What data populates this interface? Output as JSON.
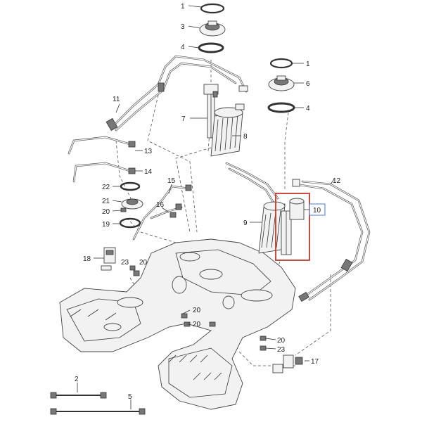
{
  "diagram": {
    "callouts": [
      {
        "id": "c1a",
        "text": "1"
      },
      {
        "id": "c3",
        "text": "3"
      },
      {
        "id": "c4a",
        "text": "4"
      },
      {
        "id": "c1b",
        "text": "1"
      },
      {
        "id": "c6",
        "text": "6"
      },
      {
        "id": "c4b",
        "text": "4"
      },
      {
        "id": "c11",
        "text": "11"
      },
      {
        "id": "c7",
        "text": "7"
      },
      {
        "id": "c8",
        "text": "8"
      },
      {
        "id": "c13",
        "text": "13"
      },
      {
        "id": "c14",
        "text": "14"
      },
      {
        "id": "c12",
        "text": "12"
      },
      {
        "id": "c22",
        "text": "22"
      },
      {
        "id": "c15",
        "text": "15"
      },
      {
        "id": "c21",
        "text": "21"
      },
      {
        "id": "c20a",
        "text": "20"
      },
      {
        "id": "c16",
        "text": "16"
      },
      {
        "id": "c19",
        "text": "19"
      },
      {
        "id": "c9",
        "text": "9"
      },
      {
        "id": "c10",
        "text": "10"
      },
      {
        "id": "c18",
        "text": "18"
      },
      {
        "id": "c23a",
        "text": "23"
      },
      {
        "id": "c20b",
        "text": "20"
      },
      {
        "id": "c20c",
        "text": "20"
      },
      {
        "id": "c20d",
        "text": "20"
      },
      {
        "id": "c20e",
        "text": "20"
      },
      {
        "id": "c23b",
        "text": "23"
      },
      {
        "id": "c17",
        "text": "17"
      },
      {
        "id": "c2",
        "text": "2"
      },
      {
        "id": "c5",
        "text": "5"
      }
    ],
    "highlight": {
      "part": "10",
      "color": "#c0392b",
      "label_box_color": "#4a7bd0"
    }
  }
}
